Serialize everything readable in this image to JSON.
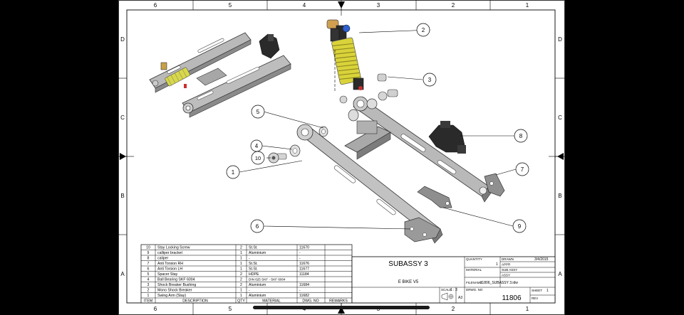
{
  "zones": {
    "cols_top": [
      "6",
      "5",
      "4",
      "3",
      "2",
      "1"
    ],
    "cols_bottom": [
      "6",
      "5",
      "4",
      "3",
      "2",
      "1"
    ],
    "rows_left": [
      "D",
      "C",
      "B",
      "A"
    ],
    "rows_right": [
      "D",
      "C",
      "B",
      "A"
    ]
  },
  "balloons": [
    {
      "n": "1"
    },
    {
      "n": "2"
    },
    {
      "n": "3"
    },
    {
      "n": "4"
    },
    {
      "n": "5"
    },
    {
      "n": "6"
    },
    {
      "n": "7"
    },
    {
      "n": "8"
    },
    {
      "n": "9"
    },
    {
      "n": "10"
    }
  ],
  "bom": {
    "headers": [
      "ITEM",
      "DESCRIPTION",
      "QTY",
      "MATERIAL",
      "DWG. NO",
      "REMARKS"
    ],
    "rows": [
      {
        "item": "10",
        "desc": "Stay Locking Screw",
        "qty": "2",
        "mat": "St.St.",
        "dwg": "11670"
      },
      {
        "item": "9",
        "desc": "calliper bracket",
        "qty": "1",
        "mat": "Aluminium",
        "dwg": "-"
      },
      {
        "item": "8",
        "desc": "caliper",
        "qty": "1",
        "mat": "-",
        "dwg": "-"
      },
      {
        "item": "7",
        "desc": "Anti Torsion RH",
        "qty": "1",
        "mat": "St.St.",
        "dwg": "11676"
      },
      {
        "item": "6",
        "desc": "Anti Torsion LH",
        "qty": "1",
        "mat": "St.St.",
        "dwg": "11677"
      },
      {
        "item": "5",
        "desc": "Spacer Stay",
        "qty": "2",
        "mat": "HDPE",
        "dwg": "11184"
      },
      {
        "item": "4",
        "desc": "Ball Bearing SKF 6004",
        "qty": "2",
        "mat": "DIN 625 SKF - SKF 6004",
        "dwg": ""
      },
      {
        "item": "3",
        "desc": "Shock Breaker Bushing",
        "qty": "2",
        "mat": "Aluminium",
        "dwg": "11684"
      },
      {
        "item": "2",
        "desc": "Mono Shock Breaker",
        "qty": "1",
        "mat": "-",
        "dwg": "-"
      },
      {
        "item": "1",
        "desc": "Swing Arm (Stay)",
        "qty": "1",
        "mat": "Aluminium",
        "dwg": "11682"
      }
    ]
  },
  "title_block": {
    "title": "SUBASSY 3",
    "subtitle": "E BIKE V5",
    "quantity_label": "QUANTITY",
    "quantity_value": "1",
    "drawn_label": "DRAWN",
    "drawn_date": "3/4/2015",
    "appr_label": "APPR",
    "material_label": "MATERIAL",
    "material_value": "SUB ASSY",
    "finish_value": "ASSY",
    "filename_label": "FILENAME",
    "filename": "11806_SUBASSY 3.idw",
    "scale_label": "SCALE",
    "scale_value": "1 : 3",
    "size_value": "A3",
    "dwg_no_label": "DRWG. NO",
    "dwg_no": "11806",
    "sheet_label": "SHEET",
    "sheet_value": "1",
    "rev_label": "REV"
  }
}
